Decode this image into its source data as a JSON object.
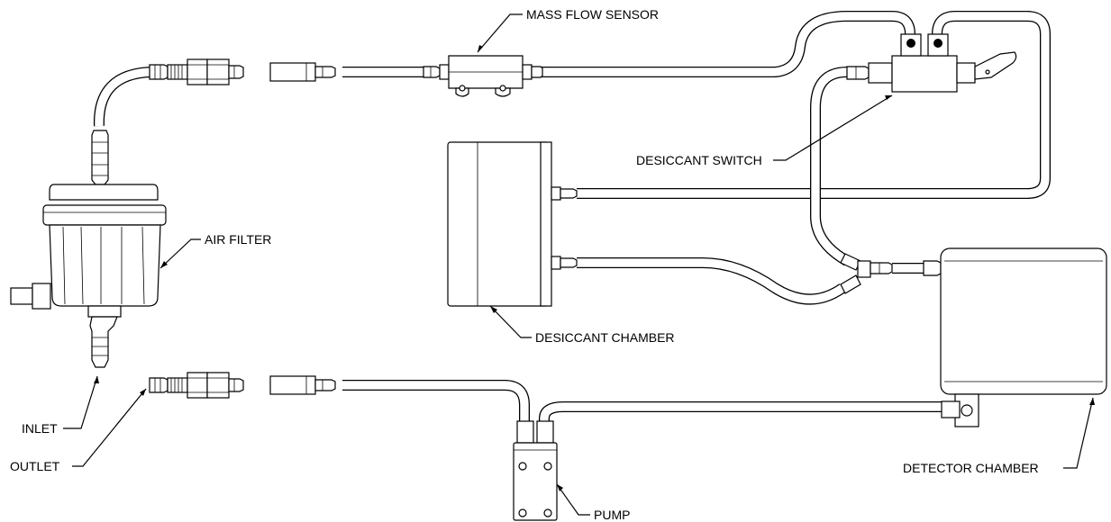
{
  "labels": {
    "mass_flow_sensor": "MASS FLOW SENSOR",
    "desiccant_switch": "DESICCANT SWITCH",
    "air_filter": "AIR FILTER",
    "desiccant_chamber": "DESICCANT CHAMBER",
    "inlet": "INLET",
    "outlet": "OUTLET",
    "pump": "PUMP",
    "detector_chamber": "DETECTOR CHAMBER"
  }
}
